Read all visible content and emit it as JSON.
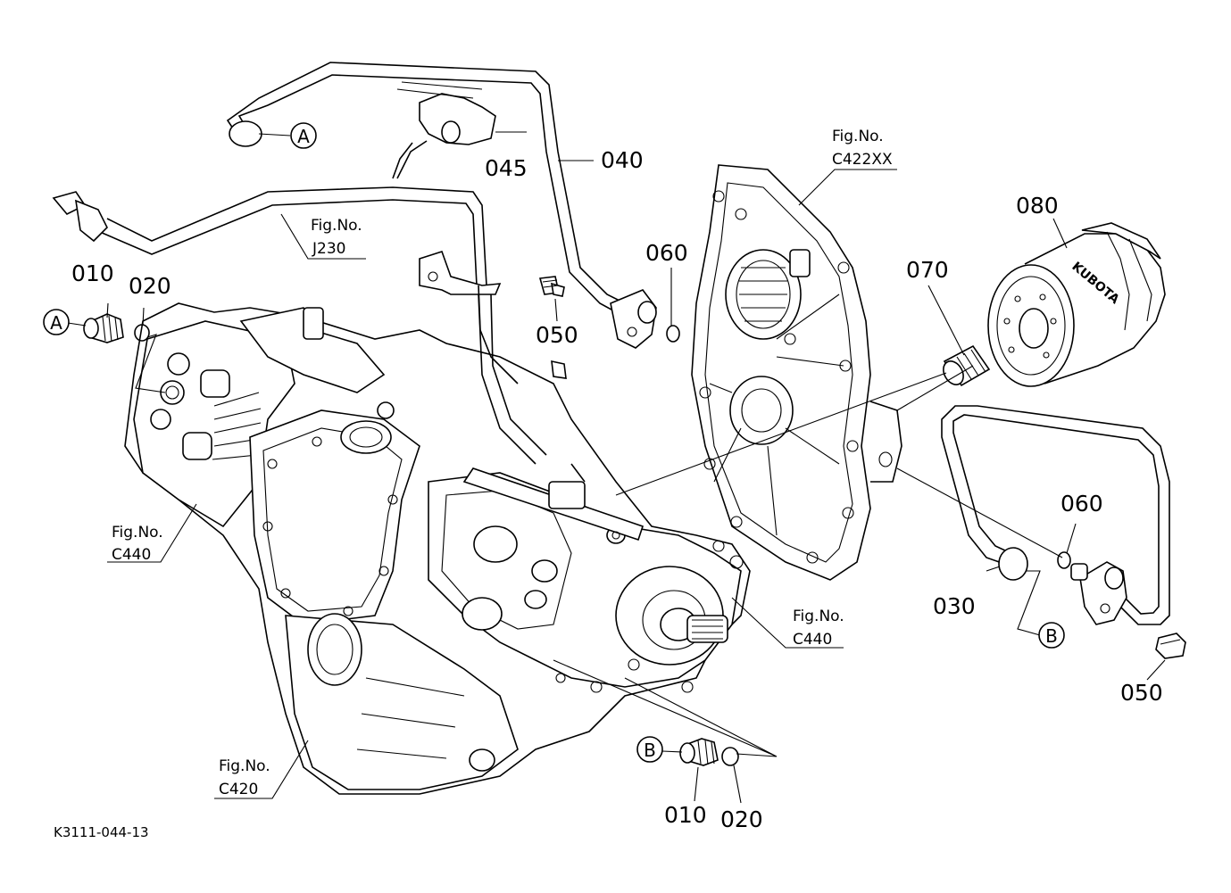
{
  "parts": {
    "p010_top": "010",
    "p020_top": "020",
    "p045": "045",
    "p040": "040",
    "p060_top": "060",
    "p050_top": "050",
    "p070": "070",
    "p080": "080",
    "p060_right": "060",
    "p030": "030",
    "p050_right": "050",
    "p010_bottom": "010",
    "p020_bottom": "020"
  },
  "figure_refs": {
    "j230": {
      "line1": "Fig.No.",
      "line2": "J230"
    },
    "c422xx": {
      "line1": "Fig.No.",
      "line2": "C422XX"
    },
    "c440_left": {
      "line1": "Fig.No.",
      "line2": "C440"
    },
    "c440_right": {
      "line1": "Fig.No.",
      "line2": "C440"
    },
    "c420": {
      "line1": "Fig.No.",
      "line2": "C420"
    }
  },
  "callouts": {
    "a_top": "A",
    "a_left": "A",
    "b_right": "B",
    "b_bottom": "B"
  },
  "filter_brand": "KUBOTA",
  "drawing_code": "K3111-044-13"
}
